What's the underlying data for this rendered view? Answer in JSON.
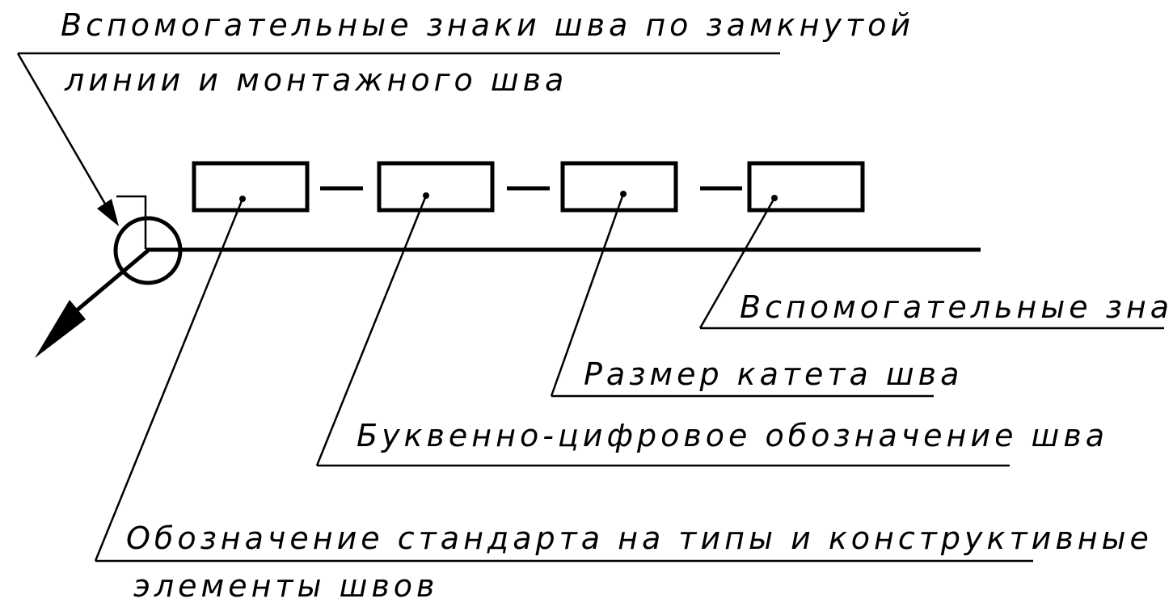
{
  "labels": {
    "aux_closed_line_1": "Вспомогательные знаки шва по замкнутой",
    "aux_closed_line_2": "линии и монтажного шва",
    "aux_signs": "Вспомогательные знаки",
    "leg_size": "Размер катета шва",
    "alnum_designation": "Буквенно-цифровое обозначение шва",
    "standard_line_1": "Обозначение стандарта на типы и конструктивные",
    "standard_line_2": "элементы швов"
  },
  "colors": {
    "stroke": "#000000",
    "background": "#ffffff"
  }
}
